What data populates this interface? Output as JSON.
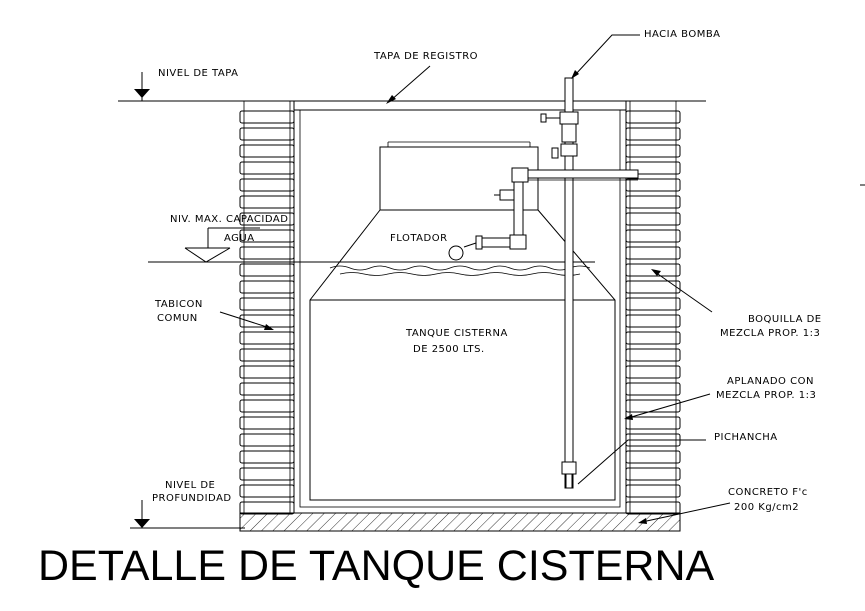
{
  "title": "DETALLE DE TANQUE CISTERNA",
  "labels": {
    "nivel_tapa": "NIVEL DE TAPA",
    "tapa_registro": "TAPA DE REGISTRO",
    "hacia_bomba": "HACIA BOMBA",
    "niv_max_1": "NIV. MAX. CAPACIDAD",
    "niv_max_2": "AGUA",
    "flotador": "FLOTADOR",
    "tabicon_1": "TABICON",
    "tabicon_2": "COMUN",
    "tanque_1": "TANQUE CISTERNA",
    "tanque_2": "DE 2500 LTS.",
    "boquilla_1": "BOQUILLA DE",
    "boquilla_2": "MEZCLA PROP. 1:3",
    "aplanado_1": "APLANADO CON",
    "aplanado_2": "MEZCLA PROP. 1:3",
    "pichancha": "PICHANCHA",
    "nivel_prof_1": "NIVEL DE",
    "nivel_prof_2": "PROFUNDIDAD",
    "concreto_1": "CONCRETO F'c",
    "concreto_2": "200 Kg/cm2"
  }
}
